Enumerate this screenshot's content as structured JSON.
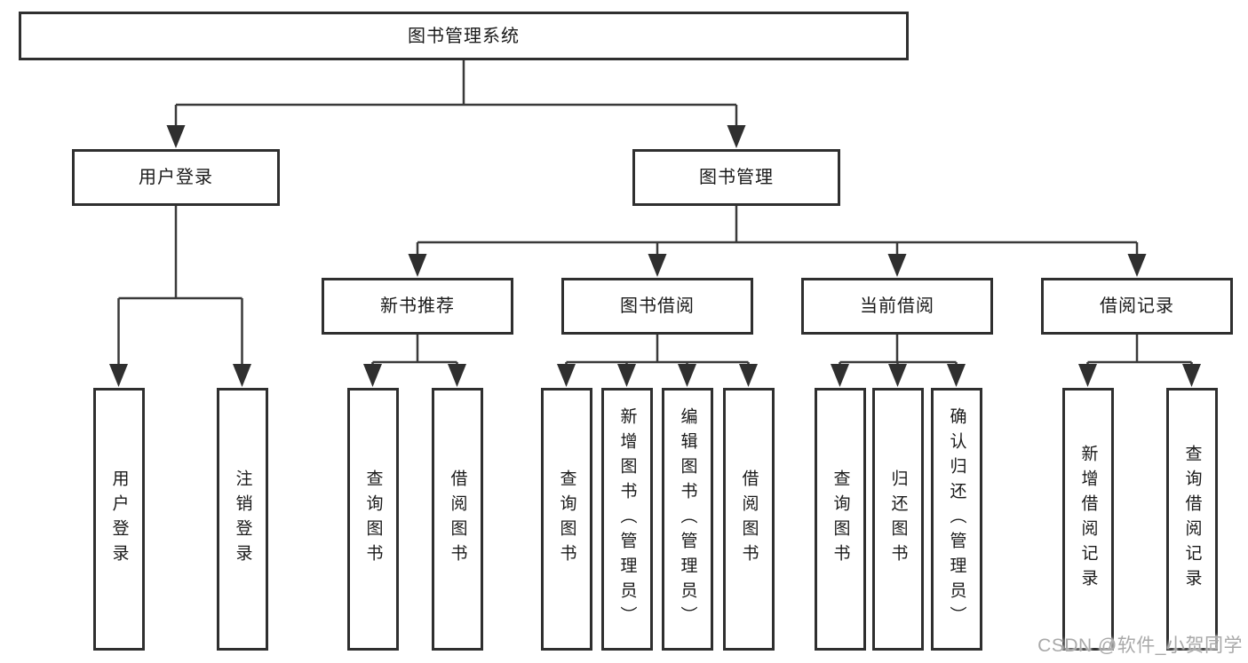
{
  "tree": {
    "root": {
      "label": "图书管理系统",
      "children": [
        {
          "label": "用户登录",
          "children": [
            {
              "label": "用户登录"
            },
            {
              "label": "注销登录"
            }
          ]
        },
        {
          "label": "图书管理",
          "children": [
            {
              "label": "新书推荐",
              "children": [
                {
                  "label": "查询图书"
                },
                {
                  "label": "借阅图书"
                }
              ]
            },
            {
              "label": "图书借阅",
              "children": [
                {
                  "label": "查询图书"
                },
                {
                  "label": "新增图书（管理员）"
                },
                {
                  "label": "编辑图书（管理员）"
                },
                {
                  "label": "借阅图书"
                }
              ]
            },
            {
              "label": "当前借阅",
              "children": [
                {
                  "label": "查询图书"
                },
                {
                  "label": "归还图书"
                },
                {
                  "label": "确认归还（管理员）"
                }
              ]
            },
            {
              "label": "借阅记录",
              "children": [
                {
                  "label": "新增借阅记录"
                },
                {
                  "label": "查询借阅记录"
                }
              ]
            }
          ]
        }
      ]
    }
  },
  "watermark": {
    "text": "CSDN @软件_小贺同学"
  },
  "colors": {
    "line": "#3a3a3a",
    "border": "#2f2f2f",
    "text": "#1a1a1a",
    "watermark": "#a9a9a9",
    "background": "#ffffff"
  }
}
